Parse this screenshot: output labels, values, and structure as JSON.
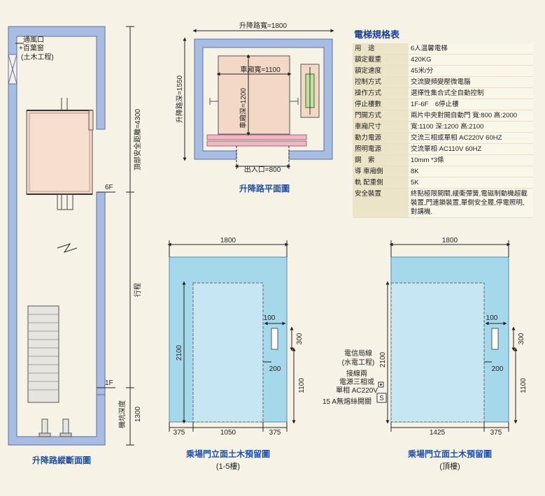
{
  "spec": {
    "title": "電梯規格表",
    "rows": [
      {
        "label": "用　途",
        "value": "6人溫馨電梯"
      },
      {
        "label": "額定載重",
        "value": "420KG"
      },
      {
        "label": "額定速度",
        "value": "45米/分"
      },
      {
        "label": "控制方式",
        "value": "交流變頻變壓微電腦"
      },
      {
        "label": "操作方式",
        "value": "選擇性集合式全自動控制"
      },
      {
        "label": "停止樓數",
        "value": "1F-6F　6停止樓"
      },
      {
        "label": "門開方式",
        "value": "兩片中央對開自動門 寬:800 高:2000"
      },
      {
        "label": "車廂尺寸",
        "value": "寬:1100 深:1200 高:2100"
      },
      {
        "label": "動力電源",
        "value": "交流三相或單相 AC220V 60HZ"
      },
      {
        "label": "照明電源",
        "value": "交流單相 AC110V 60HZ"
      },
      {
        "label": "鋼　索",
        "value": "10mm *3條"
      },
      {
        "label": "導 車廂側",
        "value": "8K"
      },
      {
        "label": "軌 配重側",
        "value": "5K"
      },
      {
        "label": "安全裝置",
        "value": "終點極限開關,緩衝彈簧,電磁制動機超載裝置,門連鎖裝置,單側安全履,停電照明,對講機."
      }
    ]
  },
  "section": {
    "caption": "升降路縱斷面圖",
    "vent_label_1": "通風口",
    "vent_label_2": "+百葉窗",
    "vent_label_3": "(土木工程)",
    "top_clearance": "頂部安全距離=4300",
    "travel": "行程",
    "pit_depth_label": "機坑深度",
    "pit_depth": "1300",
    "floor_top": "6F",
    "floor_bottom": "1F"
  },
  "plan": {
    "caption": "升降路平面圖",
    "shaft_width": "升降路寬=1800",
    "shaft_depth": "升降路深=1550",
    "car_width": "車廂寬=1100",
    "car_depth": "車廂深=1200",
    "entrance": "出入口=800"
  },
  "elev1": {
    "caption": "乘場門立面土木預留圖",
    "caption_sub": "(1-5樓)",
    "width": "1800",
    "height": "2100",
    "left": "375",
    "center": "1050",
    "right": "375",
    "box_w": "100",
    "box_h": "300",
    "box_off": "200",
    "box_bottom": "1100"
  },
  "elev2": {
    "caption": "乘場門立面土木預留圖",
    "caption_sub": "(頂樓)",
    "width": "1800",
    "height": "2100",
    "left": "1425",
    "right": "375",
    "box_w": "100",
    "box_h": "300",
    "box_off": "200",
    "box_bottom": "1100",
    "note_phone_1": "電信局線",
    "note_phone_2": "(水電工程)",
    "note_power_1": "接線兩",
    "note_power_2": "電源三相或",
    "note_power_3": "單相 AC220V",
    "note_breaker": "15 A無熔絲開關",
    "switch_symbol": "S"
  }
}
